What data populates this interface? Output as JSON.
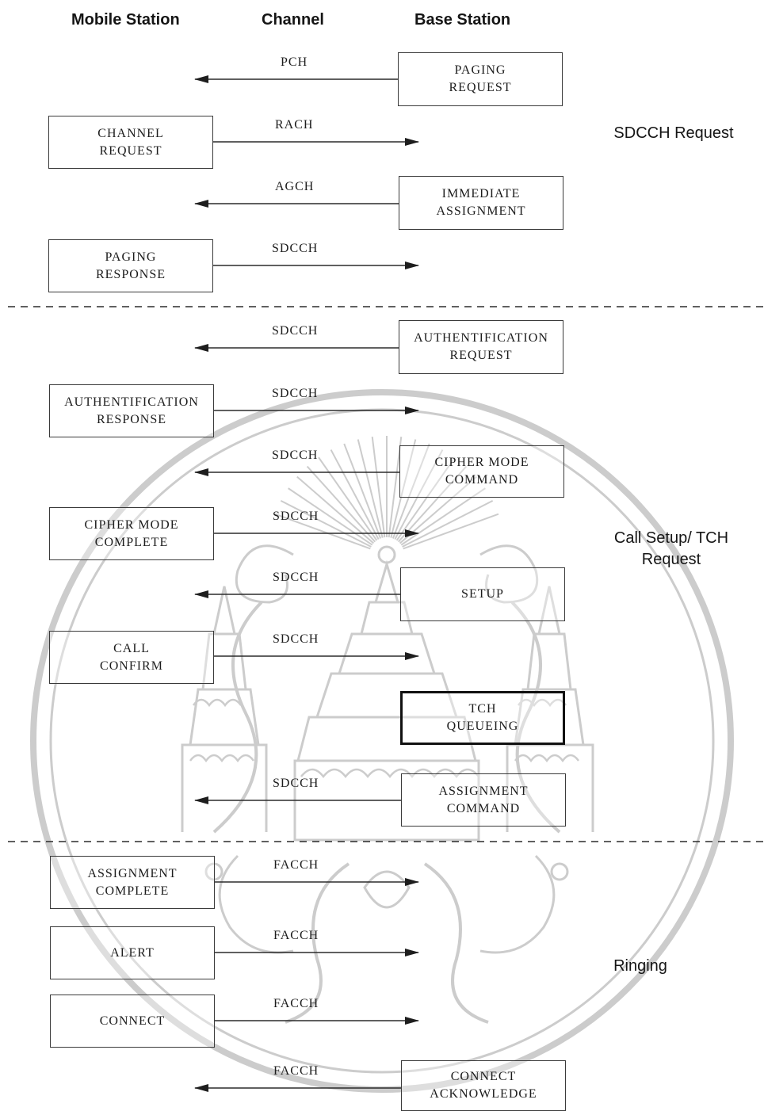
{
  "headers": {
    "mobile": "Mobile Station",
    "channel": "Channel",
    "base": "Base Station"
  },
  "phases": {
    "sdcch": "SDCCH Request",
    "call_setup": "Call Setup/ TCH\nRequest",
    "ringing": "Ringing"
  },
  "messages": [
    {
      "channel": "PCH",
      "direction": "to-mobile",
      "label": "PAGING\nREQUEST"
    },
    {
      "channel": "RACH",
      "direction": "to-base",
      "label": "CHANNEL\nREQUEST"
    },
    {
      "channel": "AGCH",
      "direction": "to-mobile",
      "label": "IMMEDIATE\nASSIGNMENT"
    },
    {
      "channel": "SDCCH",
      "direction": "to-base",
      "label": "PAGING\nRESPONSE"
    },
    {
      "channel": "SDCCH",
      "direction": "to-mobile",
      "label": "AUTHENTIFICATION\nREQUEST"
    },
    {
      "channel": "SDCCH",
      "direction": "to-base",
      "label": "AUTHENTIFICATION\nRESPONSE"
    },
    {
      "channel": "SDCCH",
      "direction": "to-mobile",
      "label": "CIPHER MODE\nCOMMAND"
    },
    {
      "channel": "SDCCH",
      "direction": "to-base",
      "label": "CIPHER MODE\nCOMPLETE"
    },
    {
      "channel": "SDCCH",
      "direction": "to-mobile",
      "label": "SETUP"
    },
    {
      "channel": "SDCCH",
      "direction": "to-base",
      "label": "CALL\nCONFIRM"
    },
    {
      "channel": "",
      "direction": "none",
      "label": "TCH\nQUEUEING"
    },
    {
      "channel": "SDCCH",
      "direction": "to-mobile",
      "label": "ASSIGNMENT\nCOMMAND"
    },
    {
      "channel": "FACCH",
      "direction": "to-base",
      "label": "ASSIGNMENT\nCOMPLETE"
    },
    {
      "channel": "FACCH",
      "direction": "to-base",
      "label": "ALERT"
    },
    {
      "channel": "FACCH",
      "direction": "to-base",
      "label": "CONNECT"
    },
    {
      "channel": "FACCH",
      "direction": "to-mobile",
      "label": "CONNECT\nACKNOWLEDGE"
    }
  ],
  "colors": {
    "line": "#2b2b2b",
    "watermark": "#9a9a9a"
  }
}
